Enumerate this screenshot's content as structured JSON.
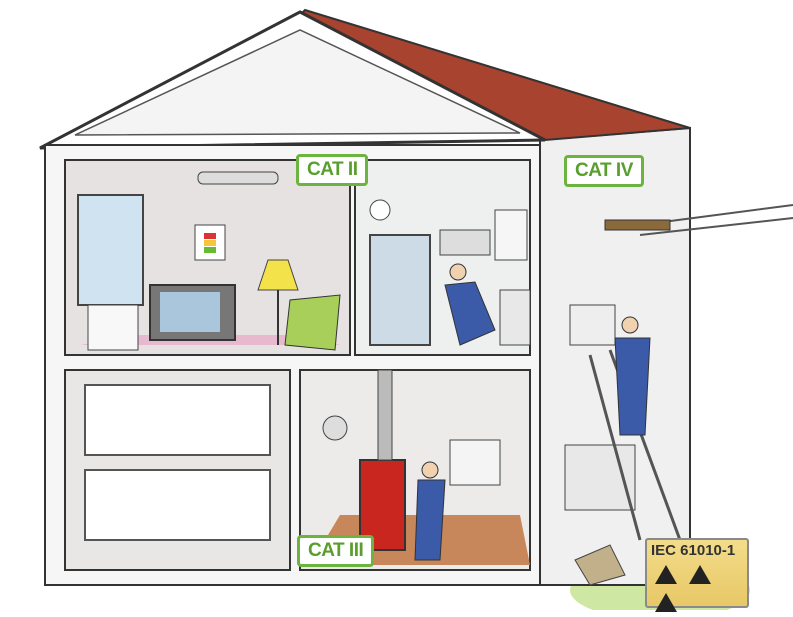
{
  "labels": {
    "cat2": "CAT II",
    "cat3": "CAT III",
    "cat4": "CAT IV"
  },
  "standard_badge": {
    "title": "IEC 61010-1",
    "icons": [
      "warning-triangle-icon",
      "warning-triangle-icon",
      "warning-triangle-icon"
    ]
  },
  "colors": {
    "accent": "#6db33f",
    "roof": "#a8432f",
    "boiler": "#c8261f",
    "worker": "#3b5aa8"
  }
}
